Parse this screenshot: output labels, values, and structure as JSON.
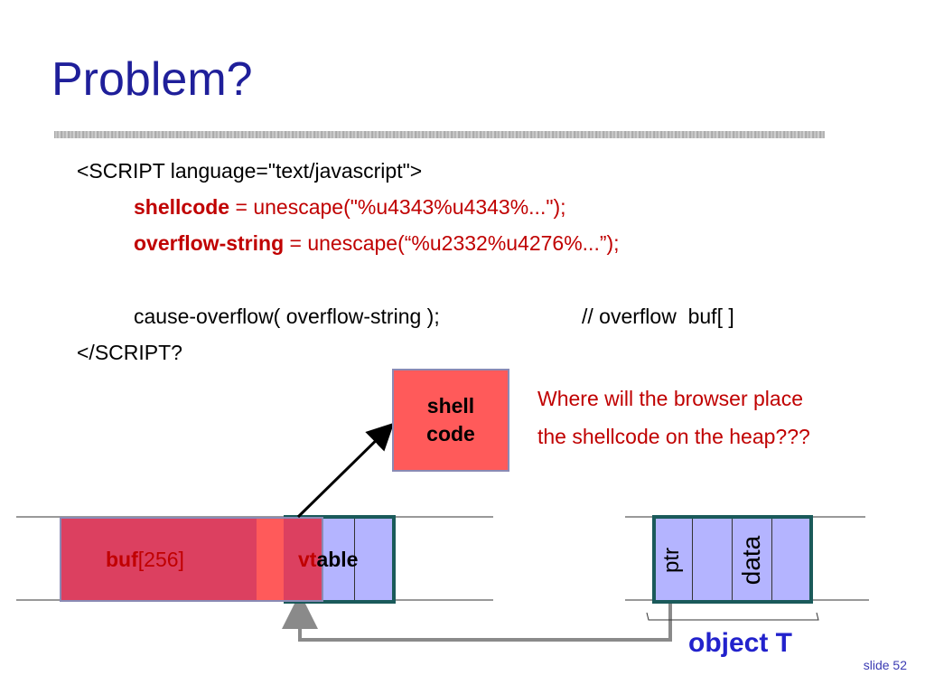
{
  "title": "Problem?",
  "code": {
    "line1": "<SCRIPT language=\"text/javascript\">",
    "line2_var": "shellcode",
    "line2_rest": " = unescape(\"%u4343%u4343%...\");",
    "line3_var": "overflow-string",
    "line3_rest": " = unescape(“%u2332%u4276%...”);",
    "line4": "cause-overflow( overflow-string );",
    "line4_comment": "// overflow  buf[ ]",
    "line5": "</SCRIPT?"
  },
  "diagram": {
    "shellcode_box": [
      "shell",
      "code"
    ],
    "question": [
      "Where will the browser place",
      "the shellcode on the heap???"
    ],
    "buf_label_bold": "buf",
    "buf_label_rest": "[256]",
    "vtable_part1": "vt",
    "vtable_part2": "able",
    "ptr_label": "ptr",
    "data_label": "data",
    "object_label": "object T"
  },
  "colors": {
    "title": "#1f1f9a",
    "code_red": "#c00000",
    "buf_fill": "#dc4060",
    "shell_fill": "#ff5a5a",
    "object_fill": "#b4b4ff",
    "object_border": "#1a5a5a",
    "arrow_gray": "#8a8a8a",
    "object_label": "#2222cc"
  },
  "slide_number": "slide 52"
}
